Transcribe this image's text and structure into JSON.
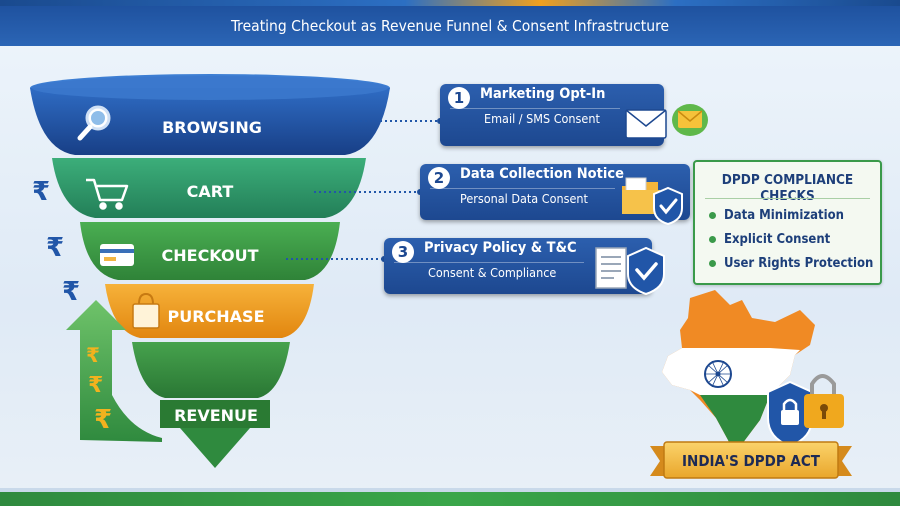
{
  "header": {
    "subtitle": "Treating Checkout as Revenue Funnel & Consent Infrastructure"
  },
  "funnel": {
    "stages": [
      {
        "label": "BROWSING",
        "icon": "magnifier-icon",
        "color": "#2156a8"
      },
      {
        "label": "CART",
        "icon": "shopping-cart-icon",
        "color": "#2f9a6a"
      },
      {
        "label": "CHECKOUT",
        "icon": "credit-card-icon",
        "color": "#3c9a46"
      },
      {
        "label": "PURCHASE",
        "icon": "shopping-bag-icon",
        "color": "#f09a1e"
      },
      {
        "label": "REVENUE",
        "icon": "",
        "color": "#2f8a3e"
      }
    ],
    "currency_symbol": "₹"
  },
  "consent_steps": [
    {
      "number": "1",
      "title": "Marketing Opt-In",
      "subtitle": "Email / SMS Consent",
      "icon": "envelope-icon"
    },
    {
      "number": "2",
      "title": "Data Collection Notice",
      "subtitle": "Personal Data Consent",
      "icon": "folder-shield-icon"
    },
    {
      "number": "3",
      "title": "Privacy Policy & T&C",
      "subtitle": "Consent & Compliance",
      "icon": "document-shield-icon"
    }
  ],
  "compliance": {
    "title": "DPDP COMPLIANCE CHECKS",
    "items": [
      "Data Minimization",
      "Explicit Consent",
      "User Rights Protection"
    ]
  },
  "badge": {
    "label": "INDIA'S DPDP ACT",
    "icon": "india-map-lock-icon"
  },
  "colors": {
    "header_blue": "#1d4f9c",
    "accent_orange": "#f09a1e",
    "accent_green": "#3a9a4a",
    "card_blue": "#1d4890"
  }
}
